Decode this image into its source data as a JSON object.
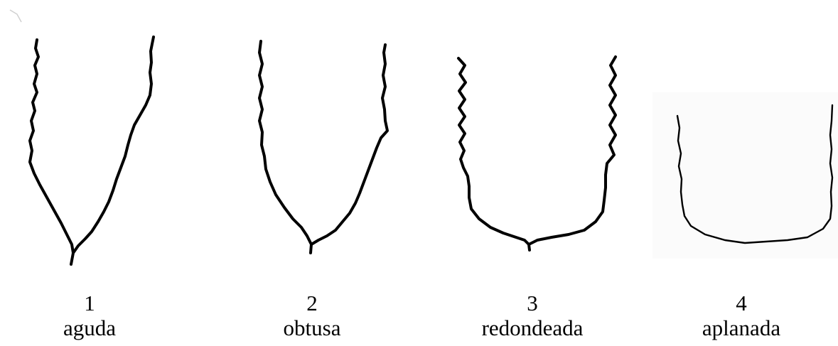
{
  "figures": [
    {
      "number": "1",
      "name": "aguda"
    },
    {
      "number": "2",
      "name": "obtusa"
    },
    {
      "number": "3",
      "name": "redondeada"
    },
    {
      "number": "4",
      "name": "aplanada"
    }
  ]
}
